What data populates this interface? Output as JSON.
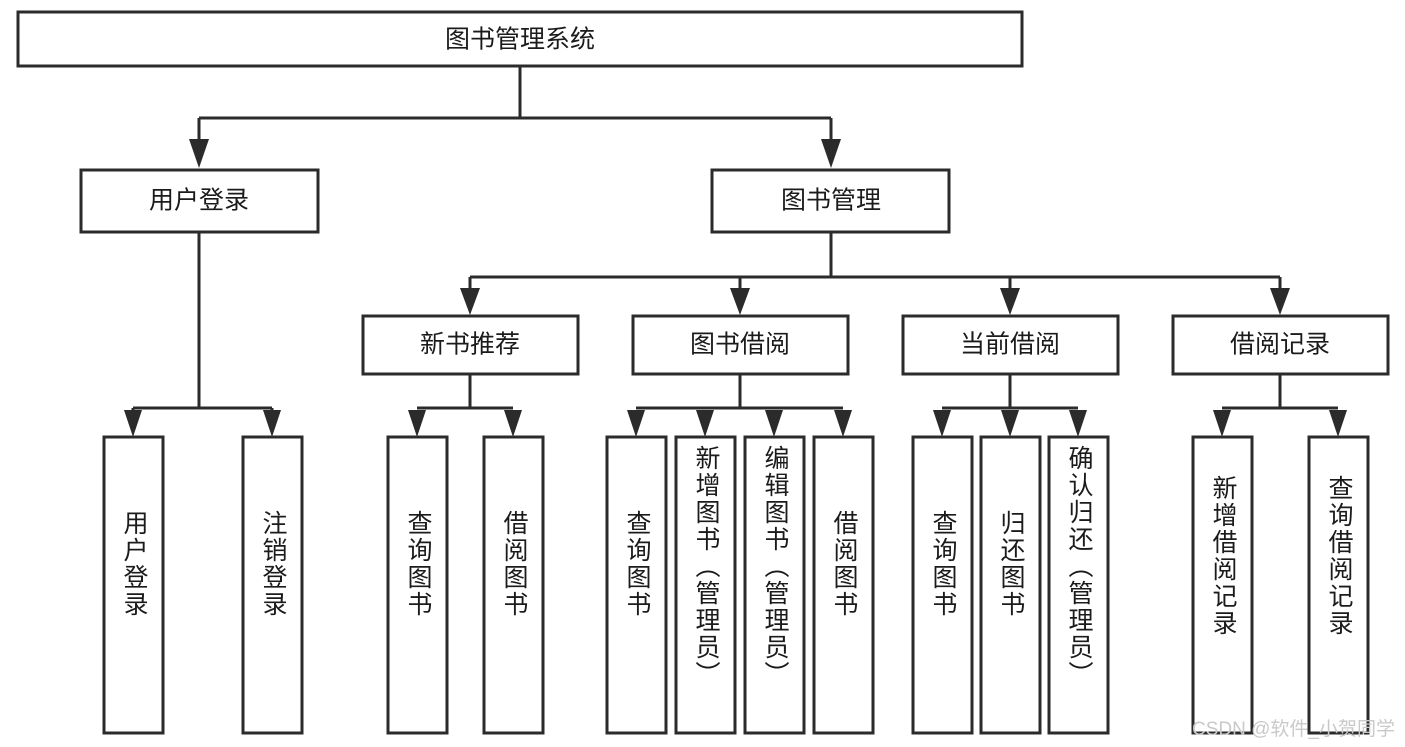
{
  "diagram": {
    "title": "图书管理系统",
    "type": "tree",
    "watermark": "CSDN @软件_小贺同学",
    "colors": {
      "stroke": "#2b2b2b",
      "fill": "#ffffff",
      "text": "#1b1b1b",
      "watermark": "#c9c9c9"
    },
    "nodes": {
      "root": {
        "label": "图书管理系统"
      },
      "level2": [
        {
          "label": "用户登录"
        },
        {
          "label": "图书管理"
        }
      ],
      "level3": [
        {
          "label": "新书推荐"
        },
        {
          "label": "图书借阅"
        },
        {
          "label": "当前借阅"
        },
        {
          "label": "借阅记录"
        }
      ],
      "leaves": {
        "user_login": [
          {
            "label": "用户登录"
          },
          {
            "label": "注销登录"
          }
        ],
        "new_book_recommend": [
          {
            "label": "查询图书"
          },
          {
            "label": "借阅图书"
          }
        ],
        "book_borrow": [
          {
            "label": "查询图书"
          },
          {
            "label": "新增图书（管理员）"
          },
          {
            "label": "编辑图书（管理员）"
          },
          {
            "label": "借阅图书"
          }
        ],
        "current_borrow": [
          {
            "label": "查询图书"
          },
          {
            "label": "归还图书"
          },
          {
            "label": "确认归还（管理员）"
          }
        ],
        "borrow_record": [
          {
            "label": "新增借阅记录"
          },
          {
            "label": "查询借阅记录"
          }
        ]
      }
    }
  }
}
